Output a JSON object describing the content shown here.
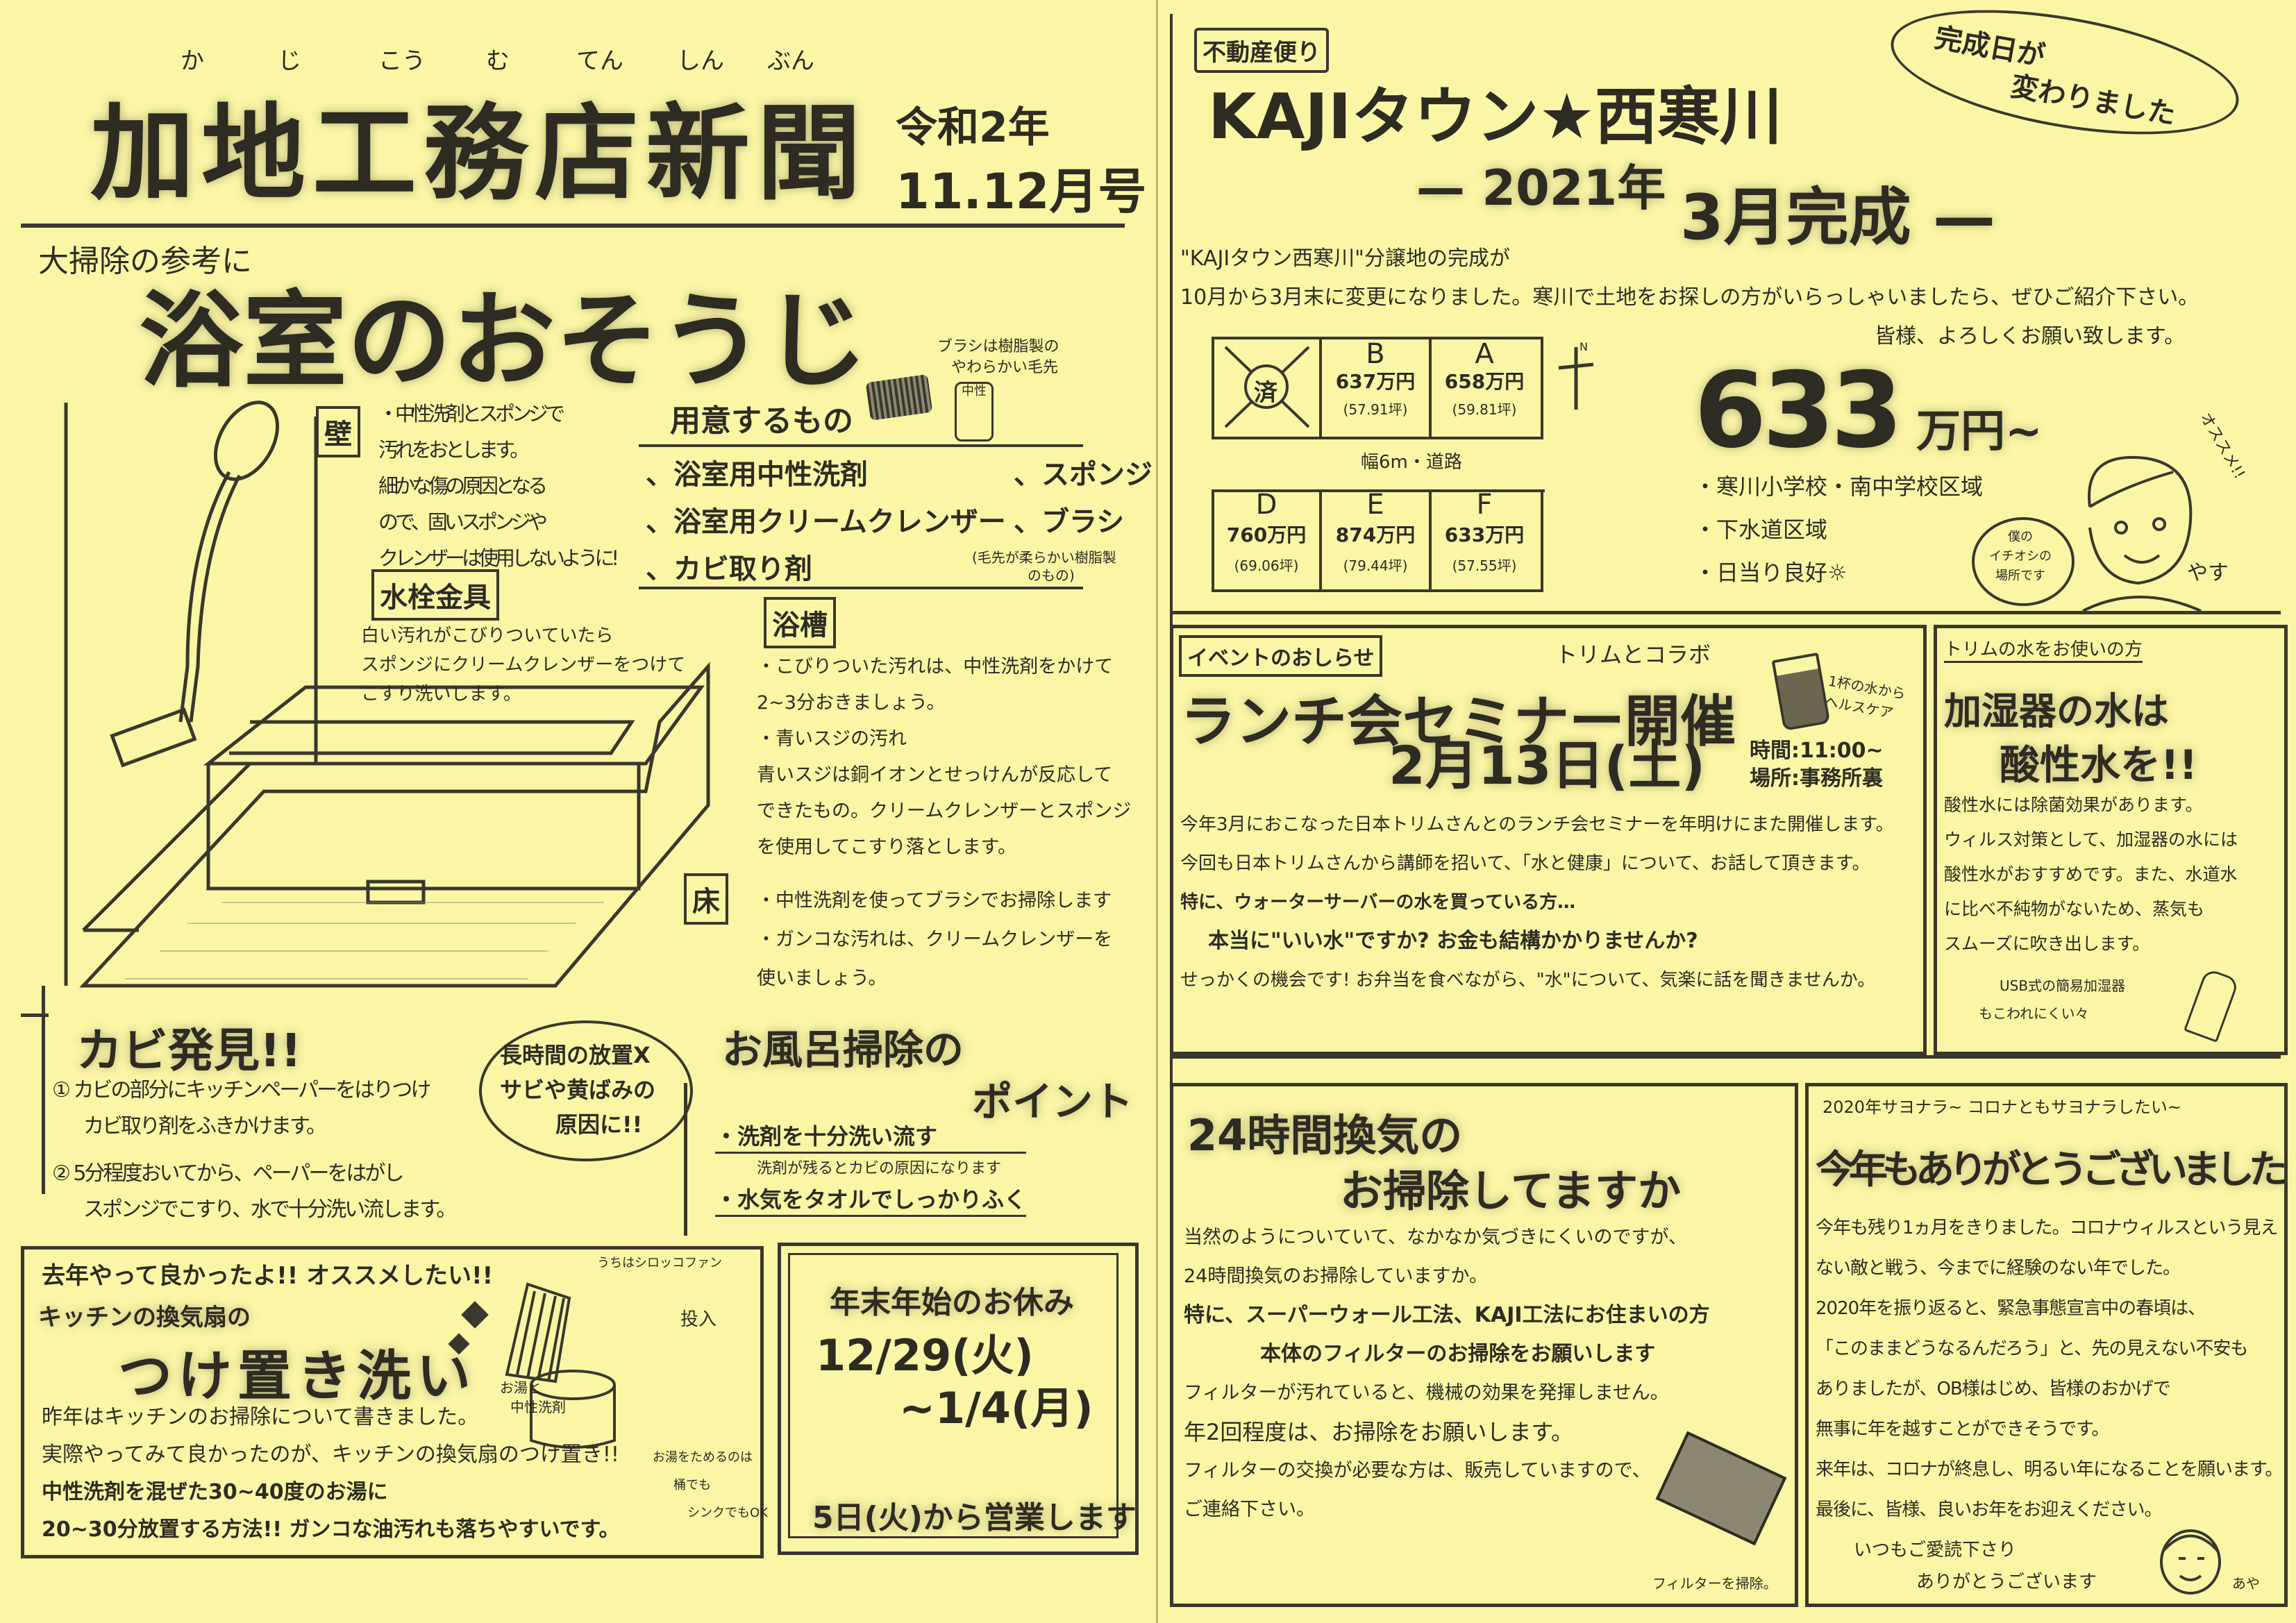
{
  "left": {
    "masthead": {
      "furigana": [
        "か",
        "じ",
        "こう",
        "む",
        "てん",
        "しん",
        "ぶん"
      ],
      "title": "加地工務店新聞",
      "era": "令和2年",
      "issue": "11.12月号"
    },
    "bath": {
      "kicker": "大掃除の参考に",
      "title": "浴室のおそうじ",
      "wall": {
        "label": "壁",
        "lines": [
          "・中性洗剤とスポンジで",
          "汚れをおとします。",
          "細かな傷の原因となる",
          "ので、固いスポンジや",
          "クレンザーは使用しないように!"
        ]
      },
      "supplies": {
        "heading": "用意するもの",
        "brush_note": [
          "ブラシは樹脂製の",
          "やわらかい毛先"
        ],
        "bottle_label": "中性",
        "items": [
          "、浴室用中性洗剤",
          "、浴室用クリームクレンザー",
          "、カビ取り剤",
          "、スポンジ",
          "、ブラシ"
        ],
        "brush_detail": [
          "(毛先が柔らかい樹脂製",
          "のもの)"
        ]
      },
      "faucet": {
        "label": "水栓金具",
        "lines": [
          "白い汚れがこびりついていたら",
          "スポンジにクリームクレンザーをつけて",
          "こすり洗いします。"
        ]
      },
      "tub": {
        "label": "浴槽",
        "lines": [
          "・こびりついた汚れは、中性洗剤をかけて",
          "2~3分おきましょう。",
          "・青いスジの汚れ",
          "青いスジは銅イオンとせっけんが反応して",
          "できたもの。クリームクレンザーとスポンジ",
          "を使用してこすり落とします。"
        ]
      },
      "floor": {
        "label": "床",
        "lines": [
          "・中性洗剤を使ってブラシでお掃除します",
          "・ガンコな汚れは、クリームクレンザーを",
          "使いましょう。"
        ]
      },
      "mold": {
        "title": "カビ発見!!",
        "steps": [
          "① カビの部分にキッチンペーパーをはりつけ",
          "カビ取り剤をふきかけます。",
          "② 5分程度おいてから、ペーパーをはがし",
          "スポンジでこすり、水で十分洗い流します。"
        ]
      },
      "warning": [
        "長時間の放置X",
        "サビや黄ばみの",
        "原因に!!"
      ],
      "points": {
        "title": "お風呂掃除の",
        "title2": "ポイント",
        "items": [
          "・洗剤を十分洗い流す",
          "洗剤が残るとカビの原因になります",
          "・水気をタオルでしっかりふく"
        ]
      }
    },
    "fan": {
      "intro": "去年やって良かったよ!! オススメしたい!!",
      "sub": "キッチンの換気扇の",
      "title": "つけ置き洗い",
      "fan_note": "うちはシロッコファン",
      "arrow_label": "投入",
      "water_label": [
        "お湯と",
        "中性洗剤"
      ],
      "bucket_note": [
        "お湯をためるのは",
        "桶でも",
        "シンクでもOK"
      ],
      "lines": [
        "昨年はキッチンのお掃除について書きました。",
        "実際やってみて良かったのが、キッチンの換気扇のつけ置き!!",
        "中性洗剤を混ぜた30~40度のお湯に",
        "20~30分放置する方法!! ガンコな油汚れも落ちやすいです。"
      ]
    },
    "holiday": {
      "title": "年末年始のお休み",
      "start": "12/29(火)",
      "sep": "~",
      "end": "1/4(月)",
      "reopen": "5日(火)から営業します"
    }
  },
  "right": {
    "realestate": {
      "tag": "不動産便り",
      "title": "KAJIタウン★西寒川",
      "date_line": "— 2021年",
      "date_big": "3月完成 —",
      "bubble": [
        "完成日が",
        "変わりました"
      ],
      "lines": [
        "\"KAJIタウン西寒川\"分譲地の完成が",
        "10月から3月末に変更になりました。寒川で土地をお探しの方がいらっしゃいましたら、ぜひご紹介下さい。",
        "皆様、よろしくお願い致します。"
      ],
      "plots_top": [
        {
          "id": "済",
          "price": "",
          "area": ""
        },
        {
          "id": "B",
          "price": "637万円",
          "area": "(57.91坪)"
        },
        {
          "id": "A",
          "price": "658万円",
          "area": "(59.81坪)"
        }
      ],
      "road": "幅6m・道路",
      "plots_bottom": [
        {
          "id": "D",
          "price": "760万円",
          "area": "(69.06坪)"
        },
        {
          "id": "E",
          "price": "874万円",
          "area": "(79.44坪)"
        },
        {
          "id": "F",
          "price": "633万円",
          "area": "(57.55坪)"
        }
      ],
      "north": "N",
      "price": "633",
      "price_unit": "万円~",
      "features": [
        "・寒川小学校・南中学校区域",
        "・下水道区域",
        "・日当り良好☼"
      ],
      "osusume": "オススメ!!",
      "face_bubble": [
        "僕の",
        "イチオシの",
        "場所です"
      ],
      "signature": "やす"
    },
    "event": {
      "tag": "イベントのおしらせ",
      "collab": "トリムとコラボ",
      "title": "ランチ会セミナー開催",
      "date": "2月13日(土)",
      "time": "時間:11:00~",
      "place": "場所:事務所裏",
      "cup_note": [
        "1杯の水から",
        "ヘルスケア"
      ],
      "lines": [
        "今年3月におこなった日本トリムさんとのランチ会セミナーを年明けにまた開催します。",
        "今回も日本トリムさんから講師を招いて、「水と健康」について、お話して頂きます。",
        "特に、ウォーターサーバーの水を買っている方…",
        "本当に\"いい水\"ですか? お金も結構かかりませんか?",
        "せっかくの機会です! お弁当を食べながら、\"水\"について、気楽に話を聞きませんか。"
      ]
    },
    "humid": {
      "tag": "トリムの水をお使いの方",
      "title1": "加湿器の水は",
      "title2": "酸性水を!!",
      "lines": [
        "酸性水には除菌効果があります。",
        "ウィルス対策として、加湿器の水には",
        "酸性水がおすすめです。また、水道水",
        "に比べ不純物がないため、蒸気も",
        "スムーズに吹き出します。"
      ],
      "caption": [
        "USB式の簡易加湿器",
        "もこわれにくい々"
      ]
    },
    "vent": {
      "title1": "24時間換気の",
      "title2": "お掃除してますか",
      "lines": [
        "当然のようについていて、なかなか気づきにくいのですが、",
        "24時間換気のお掃除していますか。",
        "特に、スーパーウォール工法、KAJI工法にお住まいの方",
        "本体のフィルターのお掃除をお願いします",
        "フィルターが汚れていると、機械の効果を発揮しません。",
        "年2回程度は、お掃除をお願いします。",
        "フィルターの交換が必要な方は、販売していますので、",
        "ご連絡下さい。"
      ],
      "caption": "フィルターを掃除。"
    },
    "thanks": {
      "kicker": "2020年サヨナラ~ コロナともサヨナラしたい~",
      "title": "今年もありがとうございました",
      "lines": [
        "今年も残り1ヵ月をきりました。コロナウィルスという見え",
        "ない敵と戦う、今までに経験のない年でした。",
        "2020年を振り返ると、緊急事態宣言中の春頃は、",
        "「このままどうなるんだろう」と、先の見えない不安も",
        "ありましたが、OB様はじめ、皆様のおかげで",
        "無事に年を越すことができそうです。",
        "来年は、コロナが終息し、明るい年になることを願います。",
        "最後に、皆様、良いお年をお迎えください。"
      ],
      "closing": [
        "いつもご愛読下さり",
        "ありがとうございます"
      ],
      "signature": "あや"
    }
  },
  "colors": {
    "paper": "#fbf6a6",
    "ink": "#2e2c22"
  }
}
